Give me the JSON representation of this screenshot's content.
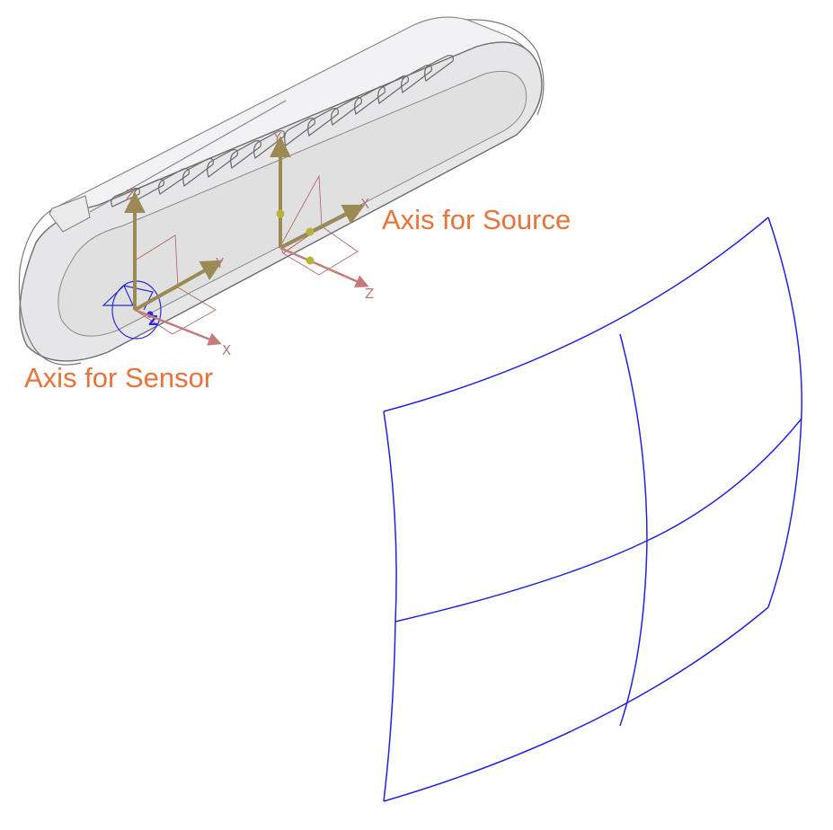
{
  "annotations": {
    "source_label": "Axis for Source",
    "sensor_label": "Axis for Sensor"
  },
  "axis_letters": {
    "x": "X",
    "y": "Y",
    "z": "Z"
  },
  "colors": {
    "callout_text": "#e8743b",
    "surface_wireframe": "#2222dd",
    "device_body": "#e4e4e4",
    "device_edges": "#8a8a8a",
    "axis_shaft": "#9c8a55",
    "axis_letter": "#b57a7a"
  },
  "icons": {
    "device": "sensor-housing-cad-model",
    "surface": "curved-target-surface",
    "csys": "coordinate-system-triad"
  }
}
